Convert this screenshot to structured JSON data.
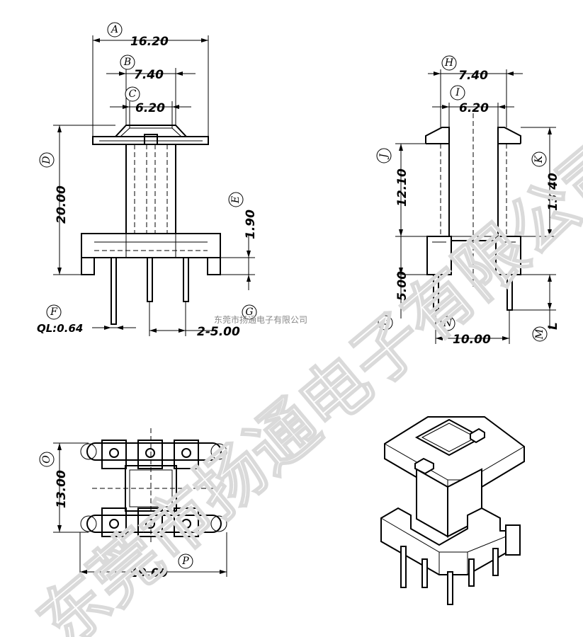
{
  "front_view": {
    "A": {
      "letter": "A",
      "value": "16.20"
    },
    "B": {
      "letter": "B",
      "value": "7.40"
    },
    "C": {
      "letter": "C",
      "value": "6.20"
    },
    "D": {
      "letter": "D",
      "value": "20.00"
    },
    "E": {
      "letter": "E",
      "value": "1.90"
    },
    "F": {
      "letter": "F",
      "value": "QL:0.64"
    },
    "G": {
      "letter": "G",
      "value": "2-5.00"
    }
  },
  "side_view": {
    "H": {
      "letter": "H",
      "value": "7.40"
    },
    "I": {
      "letter": "I",
      "value": "6.20"
    },
    "J": {
      "letter": "J",
      "value": "12.10"
    },
    "K": {
      "letter": "K",
      "value": "13.40"
    },
    "L": {
      "letter": "L",
      "value": "5.00"
    },
    "M": {
      "letter": "M",
      "value": "L"
    },
    "N": {
      "letter": "N",
      "value": "10.00"
    }
  },
  "bottom_view": {
    "O": {
      "letter": "O",
      "value": "13.00"
    },
    "P": {
      "letter": "P",
      "value": "19.00"
    }
  },
  "watermark": {
    "small": "东莞市扬通电子有限公司",
    "big": "东莞市扬通电子有限公司"
  }
}
